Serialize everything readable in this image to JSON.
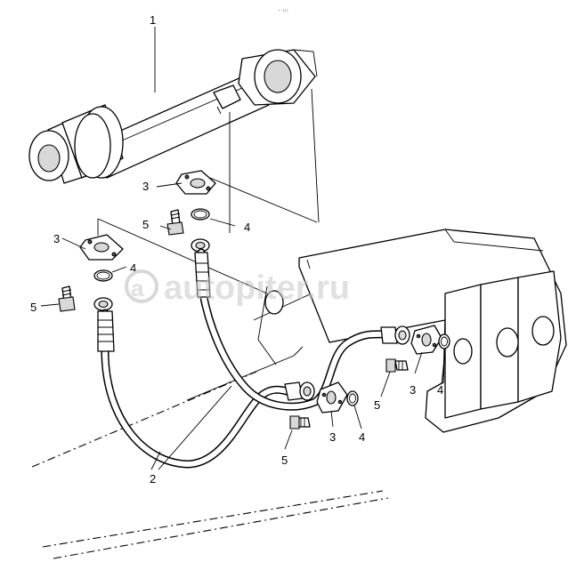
{
  "header": {
    "corner_code": "™ ???"
  },
  "watermark": {
    "text": "autopiter.ru",
    "glyph": "a"
  },
  "callouts": {
    "c1": "1",
    "c2": "2",
    "c3a": "3",
    "c3b": "3",
    "c3c": "3",
    "c3d": "3",
    "c4a": "4",
    "c4b": "4",
    "c4c": "4",
    "c4d": "4",
    "c5a": "5",
    "c5b": "5",
    "c5c": "5",
    "c5d": "5"
  }
}
